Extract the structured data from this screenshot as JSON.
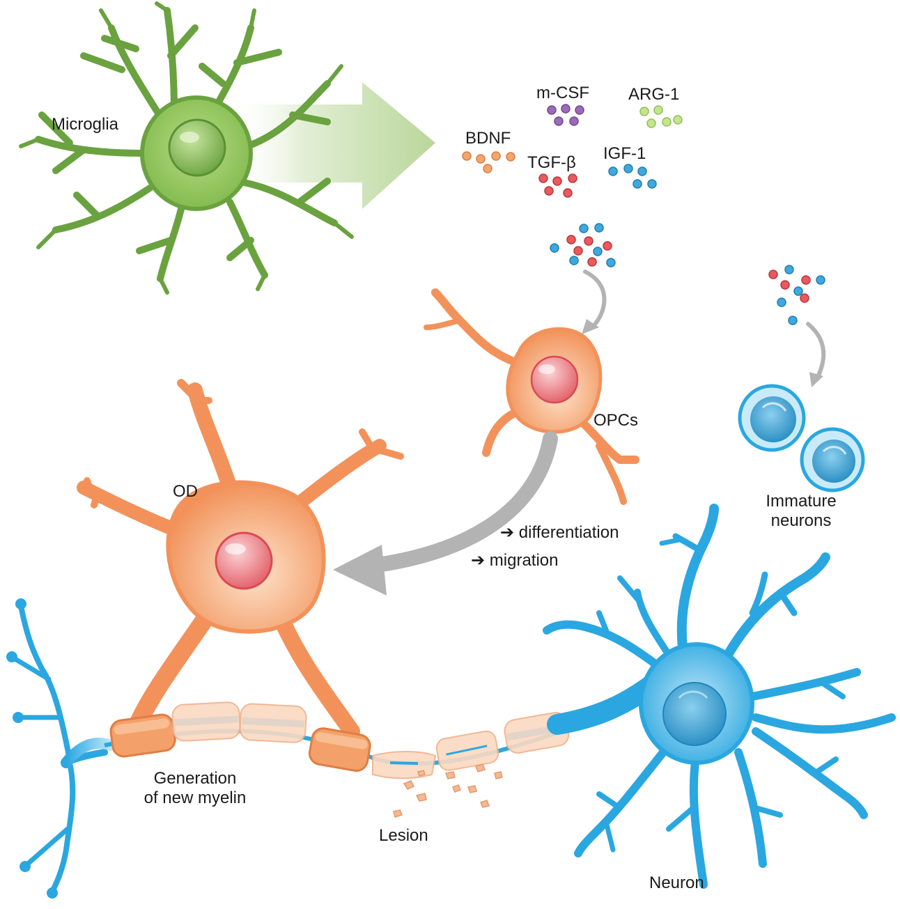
{
  "labels": {
    "microglia": "Microglia",
    "m_csf": "m-CSF",
    "arg_1": "ARG-1",
    "bdnf": "BDNF",
    "tgf_beta": "TGF-β",
    "igf_1": "IGF-1",
    "opcs": "OPCs",
    "immature_neurons_line1": "Immature",
    "immature_neurons_line2": "neurons",
    "od": "OD",
    "differentiation": "➔ differentiation",
    "migration": "➔ migration",
    "generation_line1": "Generation",
    "generation_line2": "of new myelin",
    "lesion": "Lesion",
    "neuron": "Neuron"
  },
  "colors": {
    "microglia_green": "#6aa23f",
    "microglia_light": "#a9d17a",
    "arrow_green": "#c9dfb2",
    "od_orange": "#f2925a",
    "od_light": "#f8c9a3",
    "nucleus_red": "#e8737a",
    "neuron_blue": "#2aa7e0",
    "neuron_light": "#9fd8f3",
    "grey_arrow": "#b3b3b3",
    "bdnf_dot": "#f29a5e",
    "mcsf_dot": "#9b6bb8",
    "arg1_dot": "#b5dd7d",
    "tgf_dot": "#e5484d",
    "igf_dot": "#2f9bd0"
  }
}
